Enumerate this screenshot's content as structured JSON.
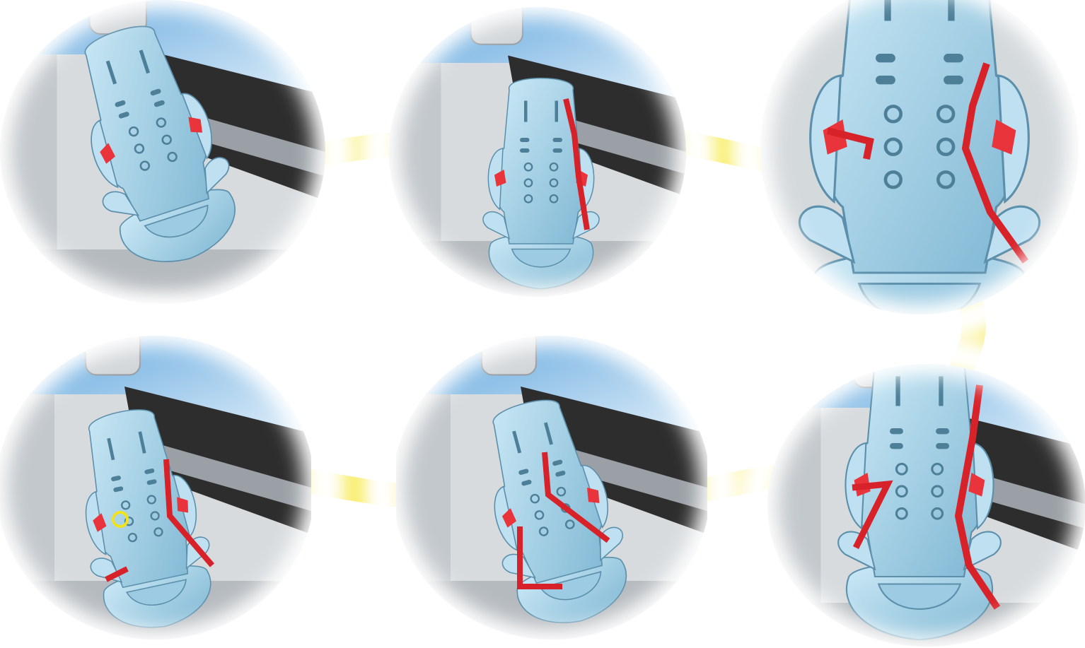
{
  "diagram": {
    "panel_count": 6,
    "sequence_order": [
      "step-1",
      "step-2",
      "step-3",
      "step-4",
      "step-5",
      "step-6"
    ],
    "colors": {
      "background": "#ffffff",
      "vignette_dark": "#2b2b2b",
      "seat_blue": "#a9d6ec",
      "seat_blue_dark": "#6fa9c6",
      "car_grey": "#c9cfd4",
      "window_blue": "#8ec3ea",
      "belt_red": "#d8222a",
      "connector_yellow": "#f2e21c"
    },
    "icons": {
      "panel": "child-car-seat-illustration",
      "connector": "yellow-arrow-connector"
    }
  }
}
